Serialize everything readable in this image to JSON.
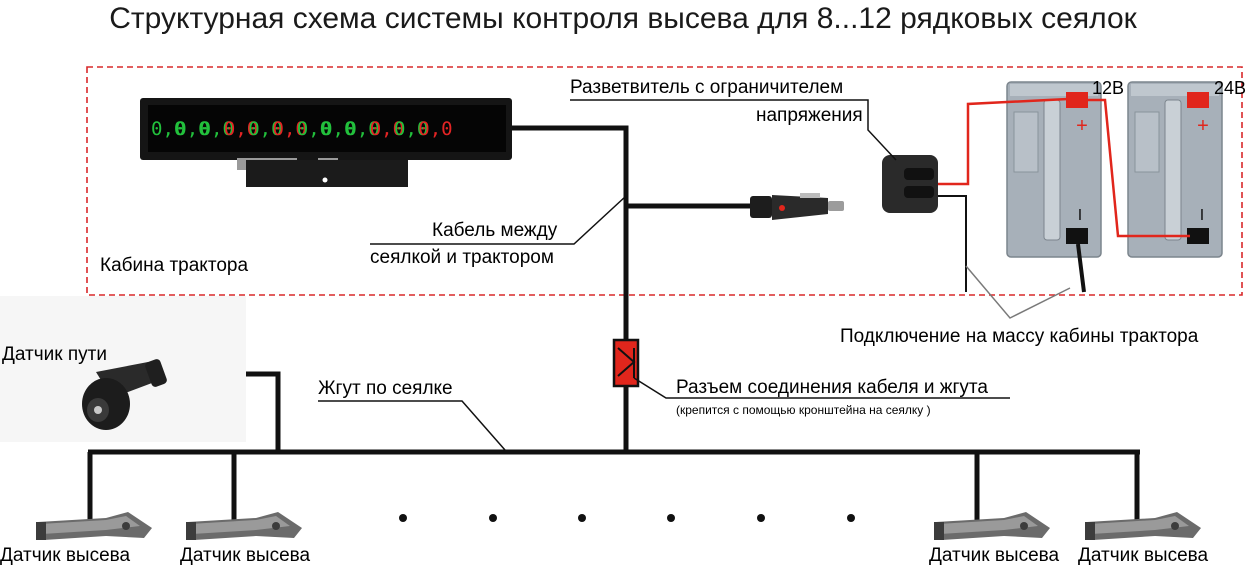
{
  "title": "Структурная схема системы контроля высева для 8...12 рядковых сеялок",
  "display": {
    "digits": [
      {
        "text": "0,0",
        "color": "green"
      },
      {
        "text": "0,0",
        "color": "green"
      },
      {
        "text": "0,0",
        "color": "green"
      },
      {
        "text": "0,0",
        "color": "red"
      },
      {
        "text": "0,0",
        "color": "green"
      },
      {
        "text": "0,0",
        "color": "red"
      },
      {
        "text": "0,0",
        "color": "green"
      },
      {
        "text": "0,0",
        "color": "green"
      },
      {
        "text": "0,0",
        "color": "green"
      },
      {
        "text": "0,0",
        "color": "red"
      },
      {
        "text": "0,0",
        "color": "green"
      },
      {
        "text": "0,0",
        "color": "red"
      }
    ]
  },
  "labels": {
    "splitter_line1": "Разветвитель с ограничителем",
    "splitter_line2": "напряжения",
    "cable_line1": "Кабель между",
    "cable_line2": "сеялкой и трактором",
    "cabin": "Кабина трактора",
    "ground": "Подключение на массу кабины трактора",
    "path_sensor": "Датчик пути",
    "harness": "Жгут по сеялке",
    "connector": "Разъем соединения кабеля и жгута",
    "connector_note": "(крепится с помощью кронштейна на сеялку )",
    "v12": "12В",
    "v24": "24В",
    "plus": "+",
    "minus": "I",
    "sensors": [
      "Датчик высева",
      "Датчик высева",
      "Датчик высева",
      "Датчик высева"
    ]
  },
  "colors": {
    "border_dash": "#d8282a",
    "cable": "#111111",
    "red_wire": "#e1261c",
    "led_green": "#22c13c",
    "led_red": "#e32424",
    "battery_body": "#a7b0b9",
    "connector_fill": "#e1261c"
  }
}
